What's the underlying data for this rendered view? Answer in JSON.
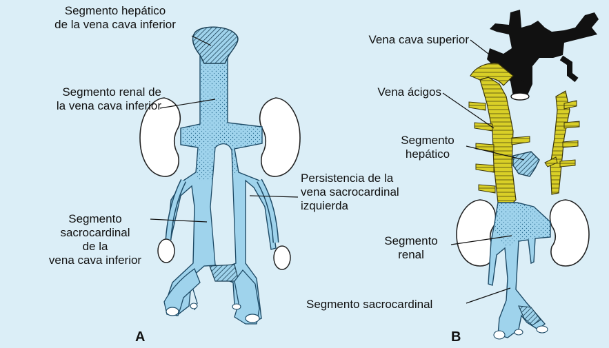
{
  "colors": {
    "background": "#dbeef7",
    "vein_blue": "#9fd3ec",
    "azygos_yellow": "#d9cf27",
    "superior_vena_cava_black": "#111111",
    "kidney_white": "#ffffff"
  },
  "panel_a": {
    "letter": "A",
    "label_hepatic_line1": "Segmento hepático",
    "label_hepatic_line2": "de la vena cava inferior",
    "label_renal_line1": "Segmento renal de",
    "label_renal_line2": "la vena cava inferior",
    "label_persist_line1": "Persistencia de la",
    "label_persist_line2": "vena sacrocardinal",
    "label_persist_line3": "izquierda",
    "label_sacro_line1": "Segmento",
    "label_sacro_line2": "sacrocardinal",
    "label_sacro_line3": "de la",
    "label_sacro_line4": "vena cava inferior"
  },
  "panel_b": {
    "letter": "B",
    "label_svc": "Vena cava superior",
    "label_azygos": "Vena ácigos",
    "label_hepatic_line1": "Segmento",
    "label_hepatic_line2": "hepático",
    "label_renal_line1": "Segmento",
    "label_renal_line2": "renal",
    "label_sacro": "Segmento sacrocardinal"
  }
}
